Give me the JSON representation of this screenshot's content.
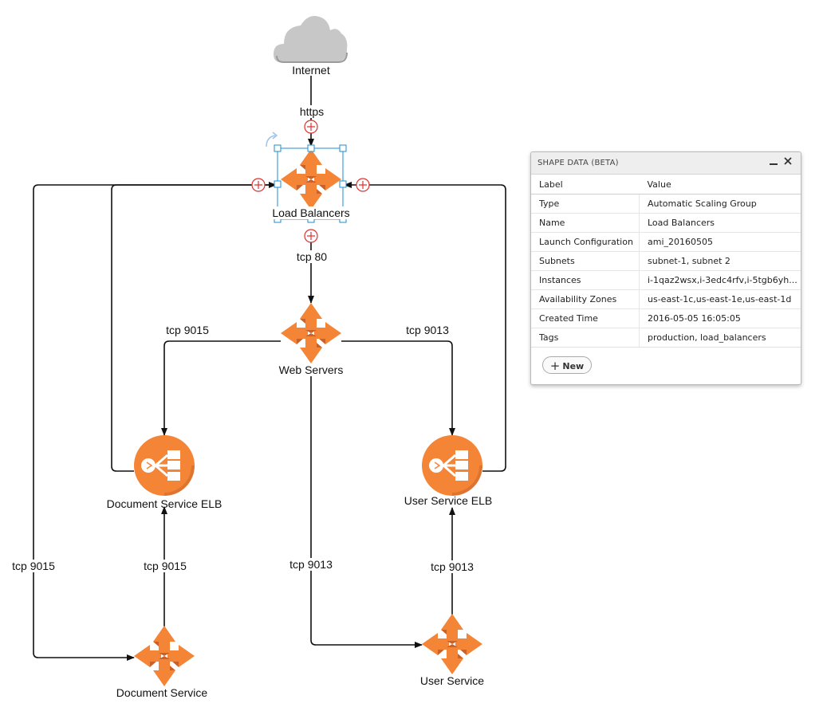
{
  "diagram": {
    "nodes": {
      "internet": "Internet",
      "load_balancers": "Load Balancers",
      "web_servers": "Web Servers",
      "document_service_elb": "Document Service ELB",
      "user_service_elb": "User Service ELB",
      "document_service": "Document Service",
      "user_service": "User Service"
    },
    "edges": {
      "https": "https",
      "tcp80": "tcp 80",
      "web_to_doc_elb": "tcp 9015",
      "web_to_user_elb": "tcp 9013",
      "lb_to_doc_service": "tcp 9015",
      "doc_service_to_elb": "tcp 9015",
      "web_to_user_service": "tcp 9013",
      "user_service_to_elb": "tcp 9013"
    },
    "colors": {
      "aws_orange": "#f58536",
      "aws_dark_orange": "#c9622a",
      "cloud_gray": "#c7c7c7",
      "selection_blue": "#1e8ecf",
      "connector_red": "#e0302f"
    }
  },
  "panel": {
    "title": "SHAPE DATA (BETA)",
    "minimize_icon": "minimize-icon",
    "close_icon": "close-icon",
    "col_label": "Label",
    "col_value": "Value",
    "rows": [
      {
        "label": "Type",
        "value": "Automatic Scaling Group"
      },
      {
        "label": "Name",
        "value": "Load Balancers"
      },
      {
        "label": "Launch Configuration",
        "value": "ami_20160505"
      },
      {
        "label": "Subnets",
        "value": "subnet-1, subnet 2"
      },
      {
        "label": "Instances",
        "value": "i-1qaz2wsx,i-3edc4rfv,i-5tgb6yh..."
      },
      {
        "label": "Availability Zones",
        "value": "us-east-1c,us-east-1e,us-east-1d"
      },
      {
        "label": "Created Time",
        "value": "2016-05-05 16:05:05"
      },
      {
        "label": "Tags",
        "value": "production, load_balancers"
      }
    ],
    "new_button": "New"
  }
}
